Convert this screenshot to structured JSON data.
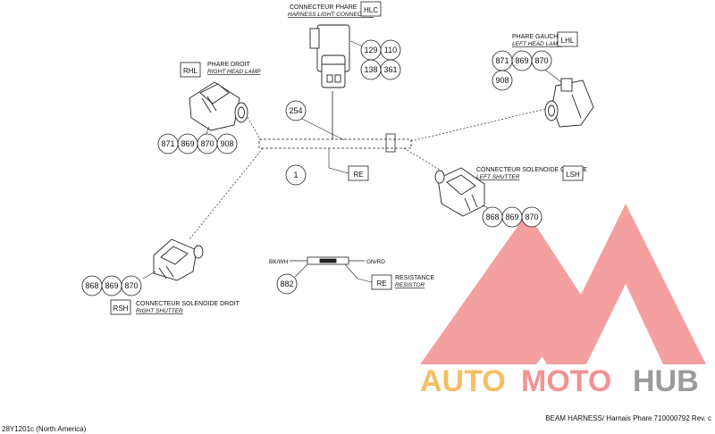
{
  "connectors": {
    "hlc": {
      "title_fr": "CONNECTEUR PHARE",
      "title_en": "HARNESS LIGHT CONNECTOR",
      "code": "HLC",
      "parts": [
        "129",
        "110",
        "138",
        "361"
      ]
    },
    "rhl": {
      "title_fr": "PHARE DROIT",
      "title_en": "RIGHT HEAD LAMP",
      "code": "RHL",
      "parts": [
        "871",
        "869",
        "870",
        "908"
      ]
    },
    "lhl": {
      "title_fr": "PHARE GAUCHE",
      "title_en": "LEFT HEAD LAMP",
      "code": "LHL",
      "parts": [
        "871",
        "869",
        "870",
        "908"
      ]
    },
    "lsh": {
      "title_fr": "CONNECTEUR SOLENOIDE GAUCHE",
      "title_en": "LEFT SHUTTER",
      "code": "LSH",
      "parts": [
        "868",
        "869",
        "870"
      ]
    },
    "rsh": {
      "title_fr": "CONNECTEUR SOLENOIDE DROIT",
      "title_en": "RIGHT SHUTTER",
      "code": "RSH",
      "parts": [
        "868",
        "869",
        "870"
      ]
    }
  },
  "harness": {
    "part": "254",
    "item": "1",
    "code": "RE"
  },
  "resistor": {
    "left_wire": "BK/WH",
    "right_wire": "GN/RD",
    "part": "882",
    "code": "RE",
    "title_fr": "RESISTANCE",
    "title_en": "RESISTOR"
  },
  "watermark": {
    "text_a": "AUTO",
    "text_b": "MOTO",
    "text_c": "HUB"
  },
  "footer": {
    "left": "28Y1201c (North America)",
    "right": "BEAM HARNESS/ Harnais Phare 710000792 Rev. c"
  },
  "colors": {
    "line": "#222222",
    "watermark_red": "#f08080",
    "watermark_orange": "#f5b34a",
    "watermark_gray": "#8a8a8a"
  }
}
